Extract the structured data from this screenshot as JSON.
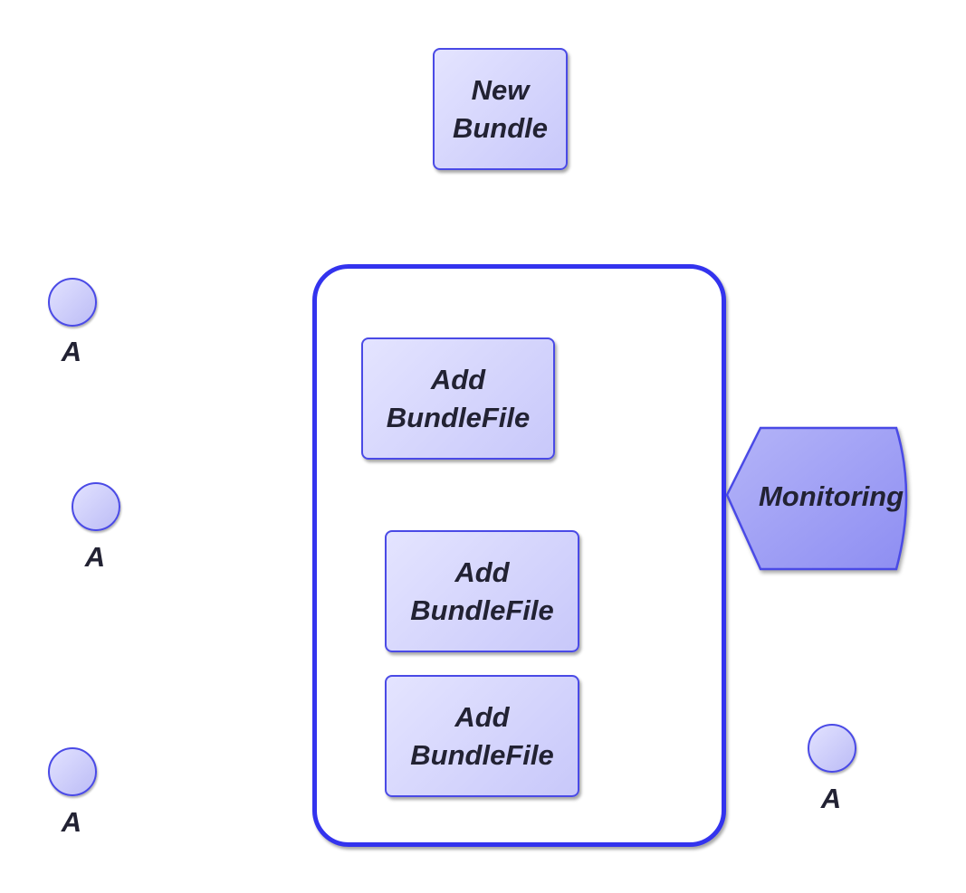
{
  "nodes": {
    "new_bundle": "New\nBundle",
    "add_bundlefile_1": "Add\nBundleFile",
    "add_bundlefile_2": "Add\nBundleFile",
    "add_bundlefile_3": "Add\nBundleFile",
    "monitoring": "Monitoring"
  },
  "events": [
    {
      "label": "A"
    },
    {
      "label": "A"
    },
    {
      "label": "A"
    },
    {
      "label": "A"
    }
  ],
  "colors": {
    "stroke": "#4a4ae6",
    "container_stroke": "#3333ee",
    "fill_light": "#e4e4ff",
    "fill_dark": "#c8c8fa",
    "text": "#222233"
  }
}
